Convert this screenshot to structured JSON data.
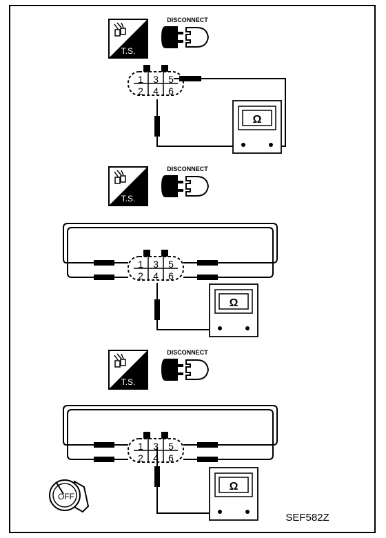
{
  "diagram_id": "SEF582Z",
  "badges": {
    "ts_label": "T.S.",
    "disconnect_label": "DISCONNECT"
  },
  "connector": {
    "pins_top": [
      "1",
      "3",
      "5"
    ],
    "pins_bottom": [
      "2",
      "4",
      "6"
    ]
  },
  "meter_symbol": "Ω",
  "ignition_label": "OFF",
  "icons": [
    "troubleshooting-icon",
    "disconnect-connector-icon",
    "ohmmeter-icon",
    "ignition-switch-off-icon"
  ],
  "colors": {
    "line": "#000000",
    "background": "#ffffff"
  }
}
